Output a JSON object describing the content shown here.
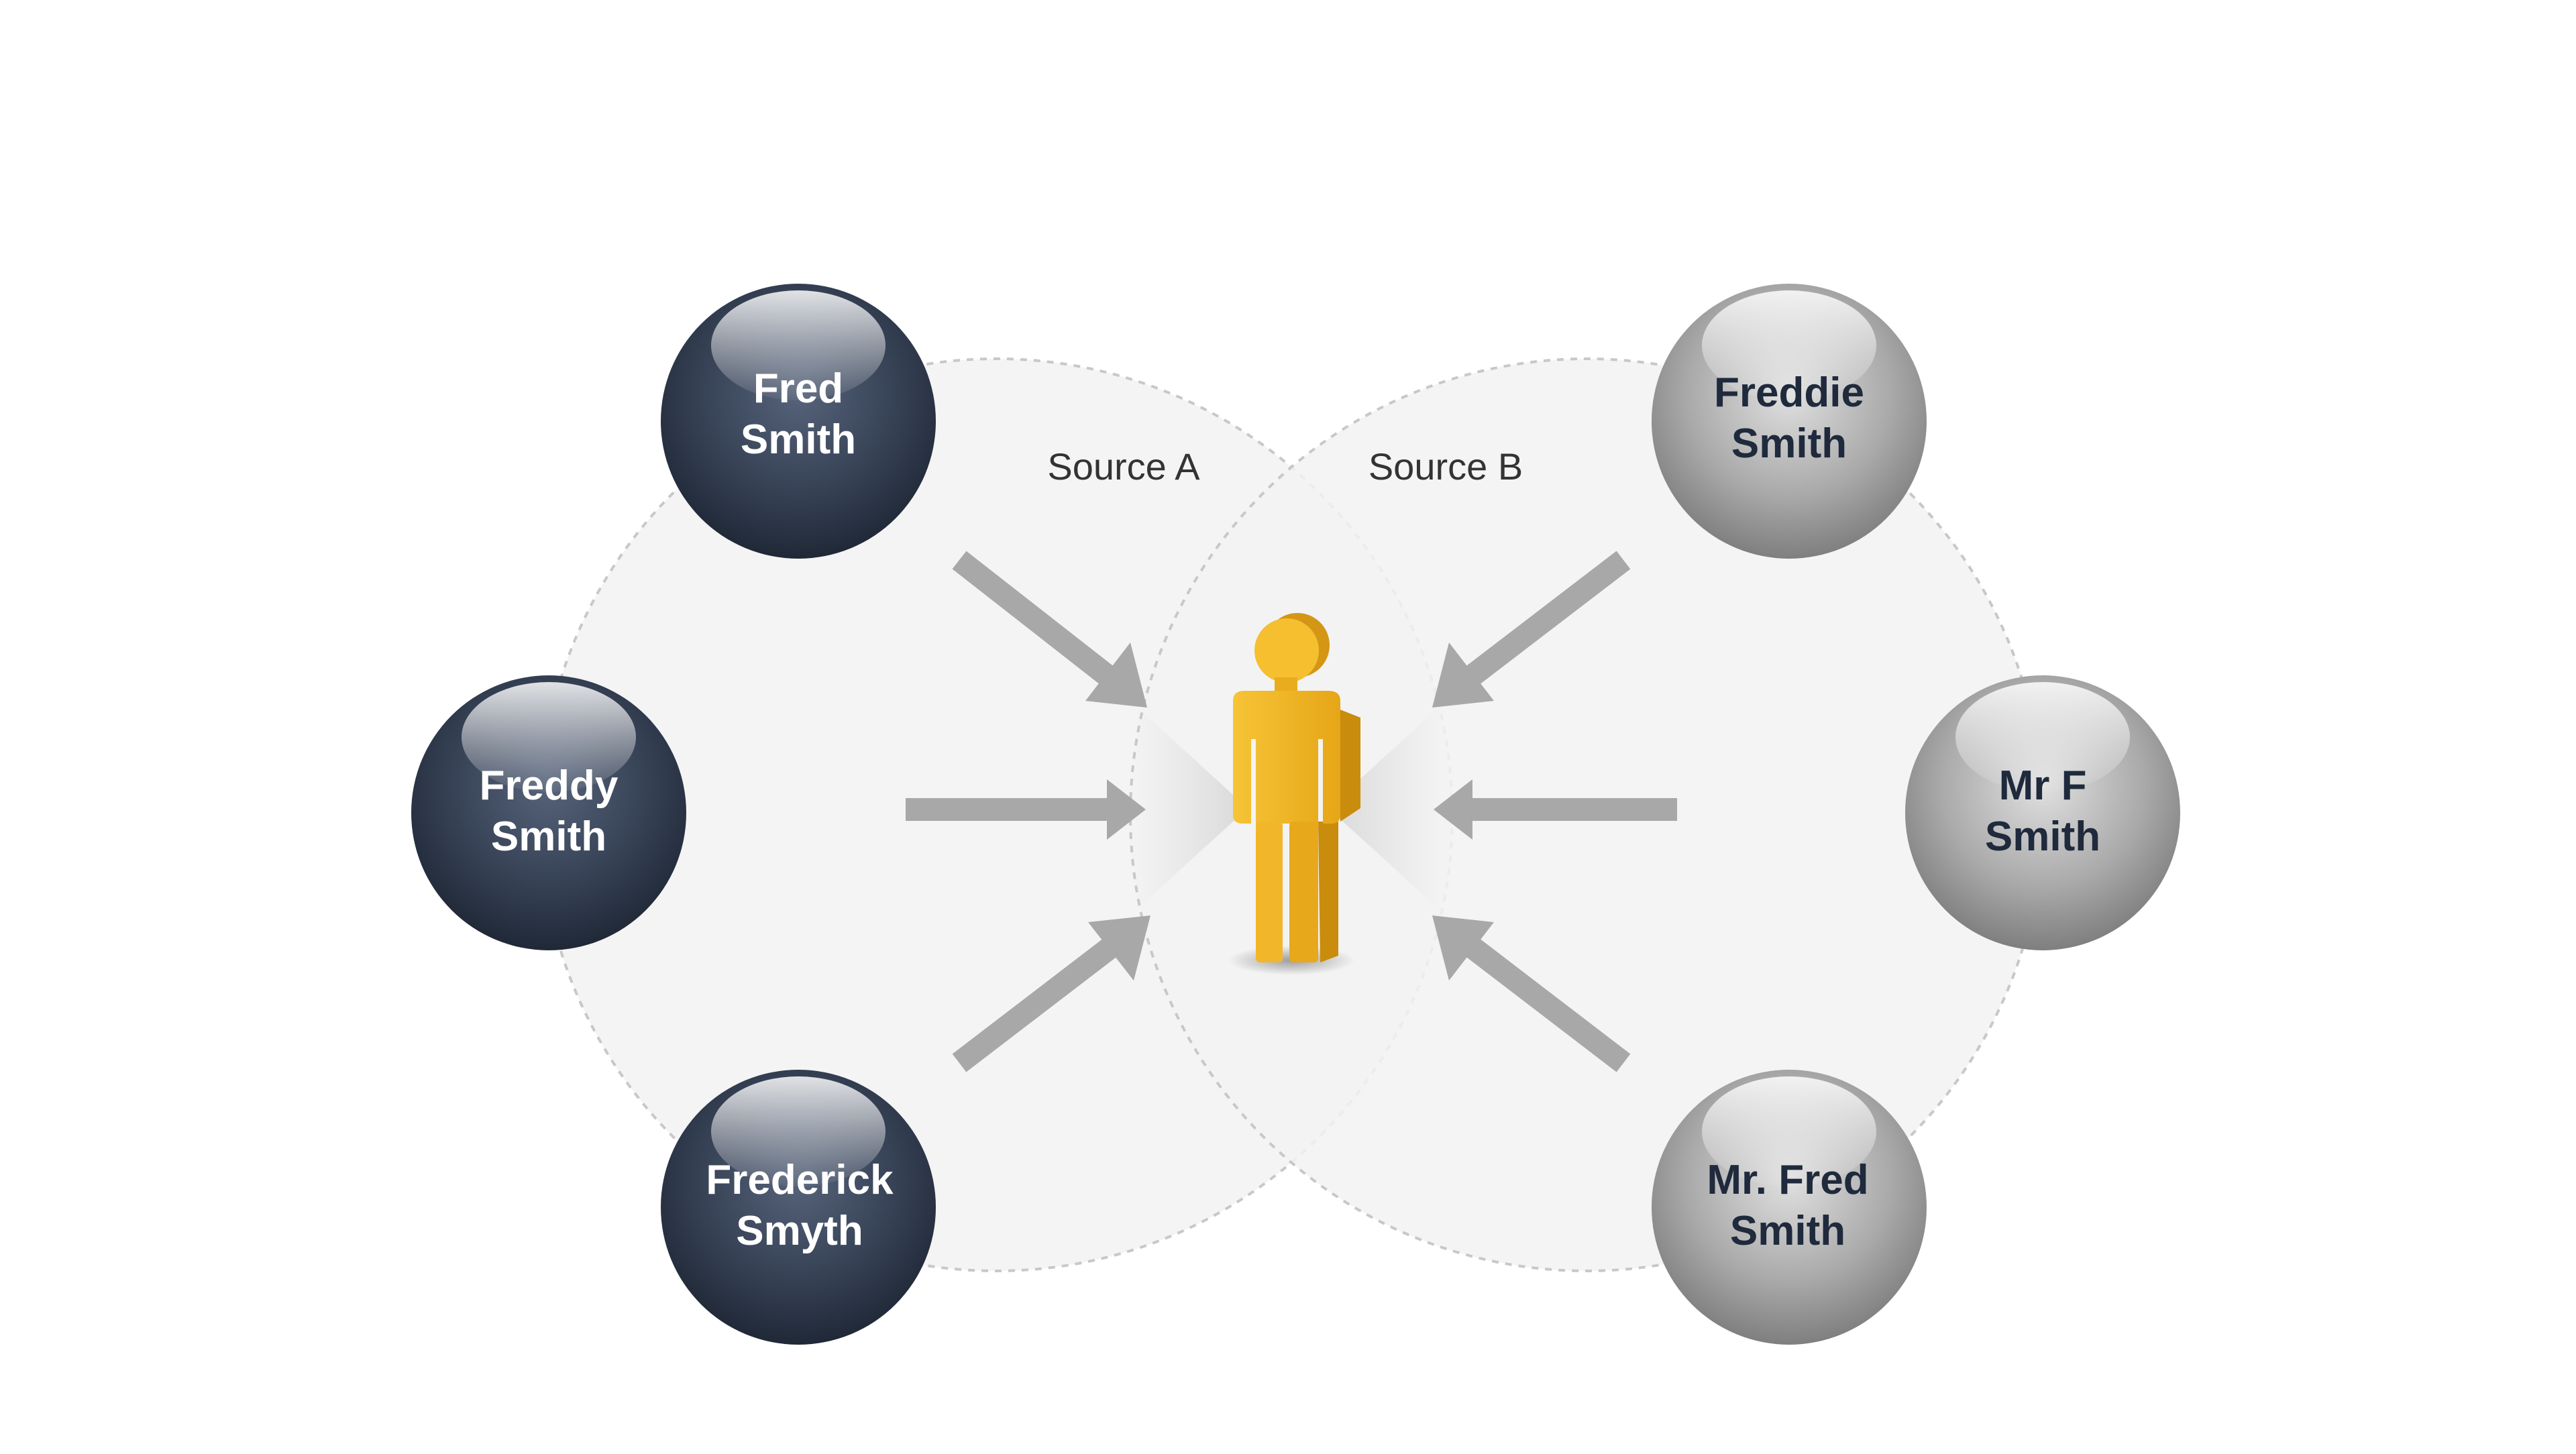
{
  "sources": [
    {
      "label": "Source A"
    },
    {
      "label": "Source B"
    }
  ],
  "nodes": [
    {
      "line1": "Fred",
      "line2": "Smith",
      "group": "A"
    },
    {
      "line1": "Freddy",
      "line2": "Smith",
      "group": "A"
    },
    {
      "line1": "Frederick",
      "line2": "Smyth",
      "group": "A"
    },
    {
      "line1": "Freddie",
      "line2": "Smith",
      "group": "B"
    },
    {
      "line1": "Mr F",
      "line2": "Smith",
      "group": "B"
    },
    {
      "line1": "Mr. Fred",
      "line2": "Smith",
      "group": "B"
    }
  ],
  "center_icon": "person-icon",
  "colors": {
    "source_a_node": "#2f3a4c",
    "source_b_node": "#9a9a9a",
    "person": "#f0b323",
    "arrow": "#a8a8a8",
    "circle_fill": "#f2f2f2"
  }
}
